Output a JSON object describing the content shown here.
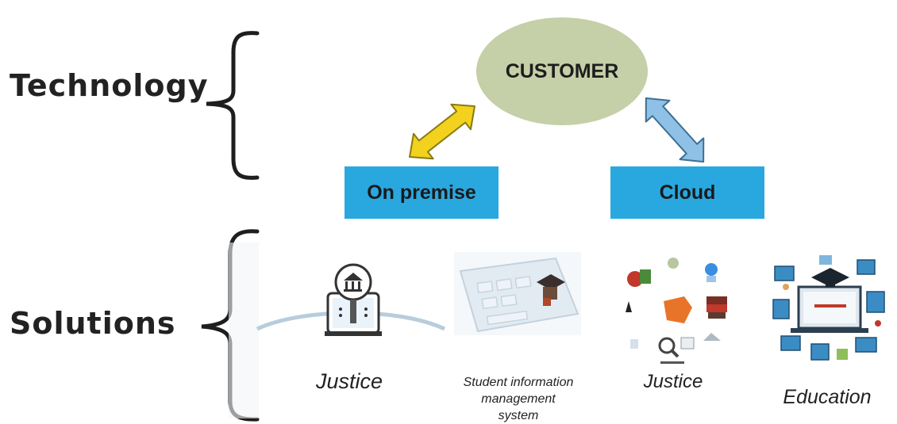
{
  "labels": {
    "technology": "Technology",
    "solutions": "Solutions"
  },
  "customer": {
    "label": "CUSTOMER"
  },
  "platforms": {
    "on_premise": "On premise",
    "cloud": "Cloud"
  },
  "solutions": {
    "item1": "Justice",
    "item2_lines": [
      "Student information",
      "management",
      "system"
    ],
    "item3": "Justice",
    "item4": "Education"
  },
  "colors": {
    "customer_fill": "#c5cfa8",
    "box_fill": "#29a8e0",
    "left_arrow": "#f2d21e",
    "right_arrow": "#8fc0e6"
  },
  "icons": {
    "justice_on_premise": "courthouse-computer-icon",
    "student_info": "computer-keyboard-graduation-cap-icon",
    "justice_cloud": "cloud-apps-collage-icon",
    "education": "devices-graduation-cap-icon"
  }
}
